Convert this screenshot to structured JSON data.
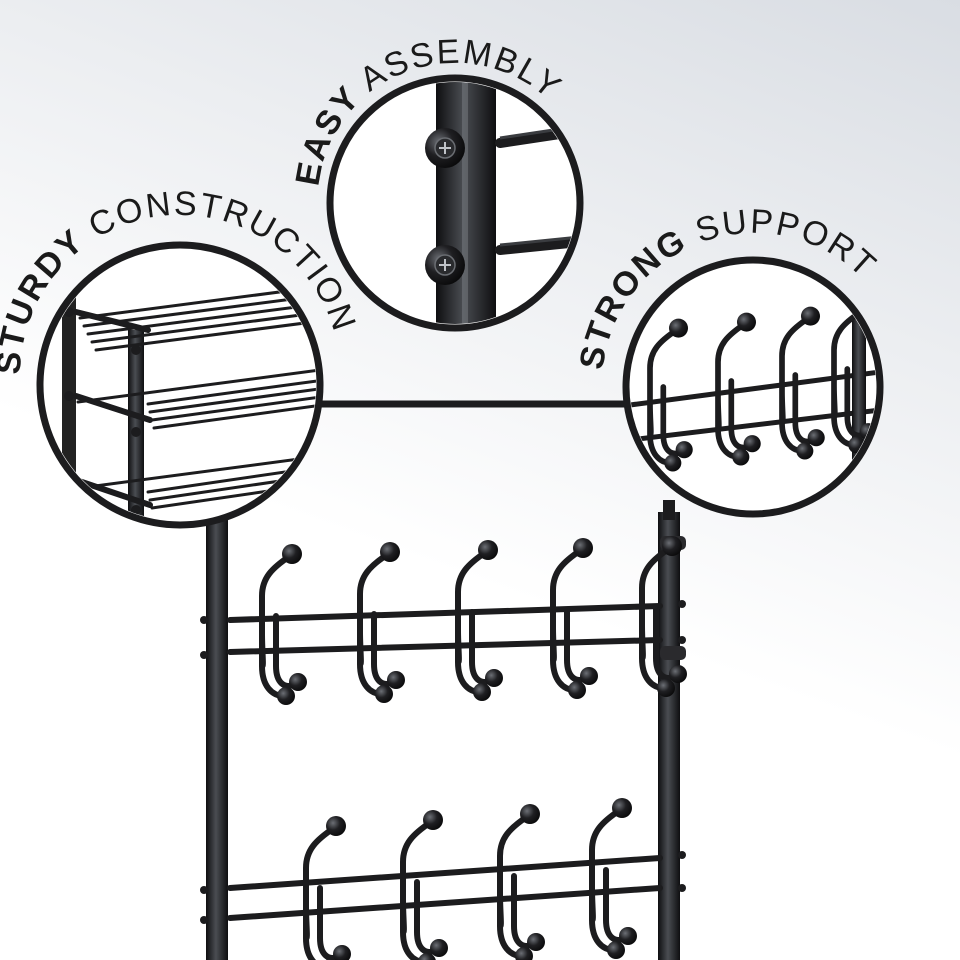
{
  "callouts": {
    "sturdy": {
      "bold": "STURDY",
      "light": " CONSTRUCTION"
    },
    "easy": {
      "bold": "EASY",
      "light": " ASSEMBLY"
    },
    "strong": {
      "bold": "STRONG",
      "light": " SUPPORT"
    }
  },
  "colors": {
    "metal": "#1c1c1e",
    "metal_highlight": "#5a5d63",
    "circle_fill": "#ffffff",
    "text": "#1a1a1a"
  },
  "hooks": {
    "upper_row_count": 5,
    "lower_row_count": 4
  }
}
